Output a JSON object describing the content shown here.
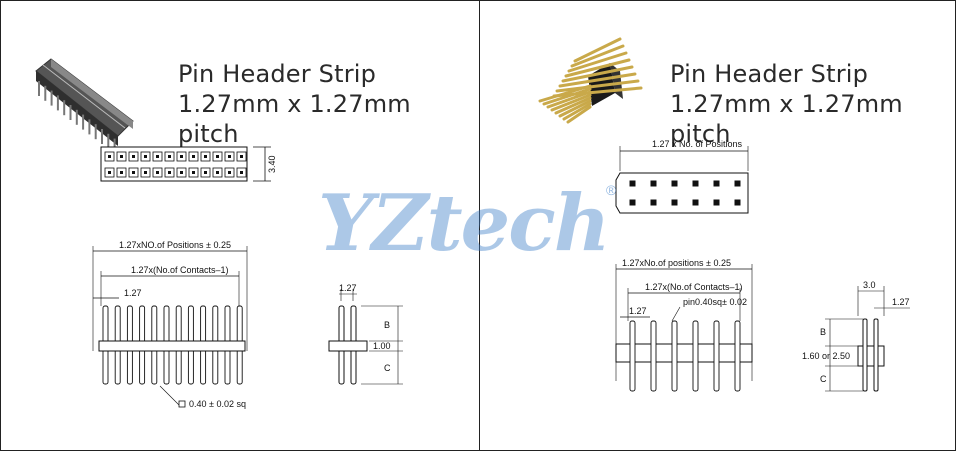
{
  "left_panel": {
    "title_line1": "Pin Header Strip",
    "title_line2": "1.27mm x 1.27mm pitch",
    "dims": {
      "height": "3.40",
      "overall": "1.27xNO.of Positions ± 0.25",
      "contacts": "1.27x(No.of Contacts–1)",
      "pitch": "1.27",
      "pin_sq": "0.40 ± 0.02 sq",
      "side_pitch": "1.27",
      "side_b": "B",
      "side_mid": "1.00",
      "side_c": "C"
    }
  },
  "right_panel": {
    "title_line1": "Pin Header Strip",
    "title_line2": "1.27mm x 1.27mm pitch",
    "dims": {
      "top_positions": "1.27 x No. of Positions",
      "overall": "1.27xNo.of positions ± 0.25",
      "contacts": "1.27x(No.of Contacts–1)",
      "pin_sq": "pin0.40sq± 0.02",
      "pitch": "1.27",
      "side_width": "3.0",
      "side_pitch": "1.27",
      "side_b": "B",
      "side_mid": "1.60 or 2.50",
      "side_c": "C"
    }
  },
  "watermark": {
    "text": "YZtech",
    "reg": "®"
  }
}
